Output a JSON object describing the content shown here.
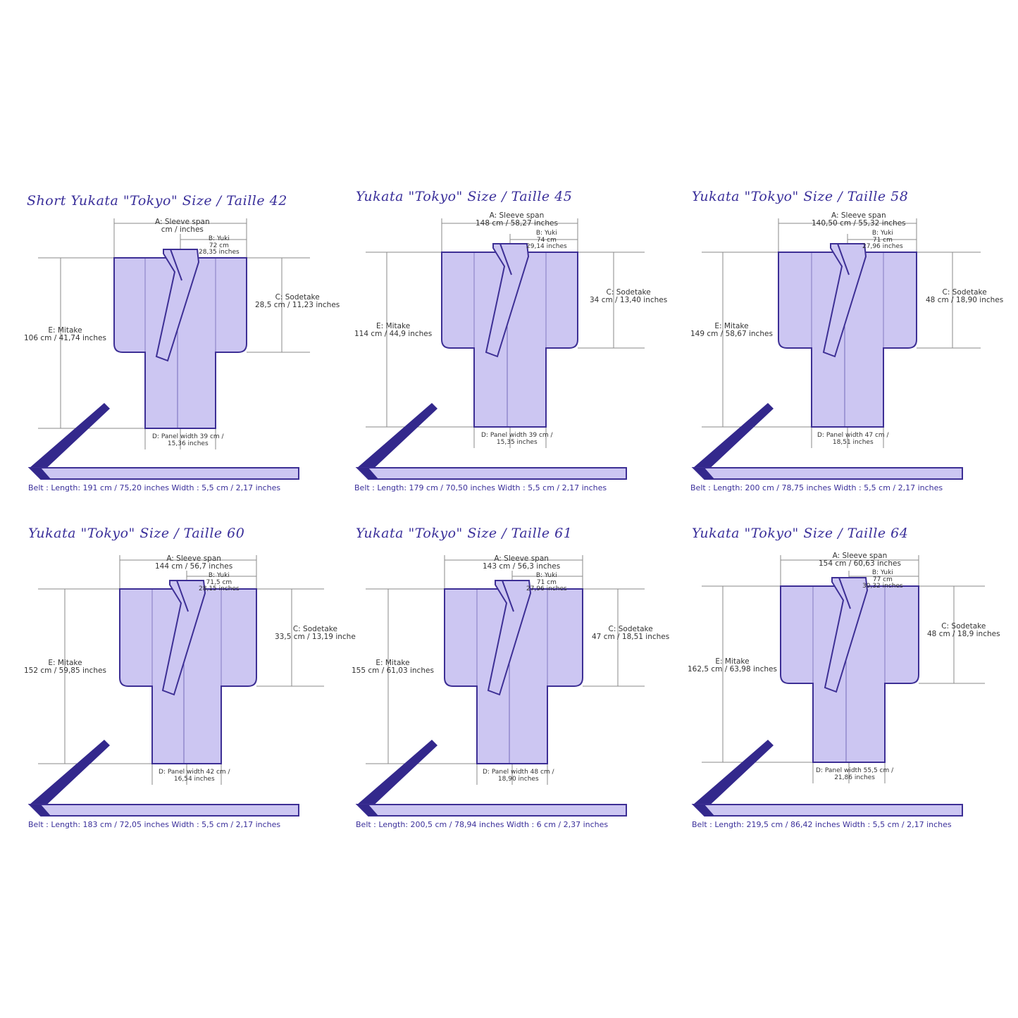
{
  "colors": {
    "body_fill": "#ccc6f2",
    "outline": "#3d2f95",
    "belt": "#33288c",
    "guide": "#8a8a8a",
    "title": "#3a2f9a",
    "label": "#333333"
  },
  "panels": [
    {
      "title": "Short Yukata \"Tokyo\" Size / Taille 42",
      "a_label": "A: Sleeve span",
      "a_value": "cm /    inches",
      "b_label": "B: Yuki",
      "b_cm": "72 cm",
      "b_in": "28,35 inches",
      "c_label": "C: Sodetake",
      "c_value": "28,5 cm / 11,23 inches",
      "e_label": "E: Mitake",
      "e_value": "106  cm / 41,74 inches",
      "d_label": "D: Panel width  39 cm /",
      "d_in": "15,36 inches",
      "belt": "Belt : Length:   191  cm /  75,20  inches   Width :  5,5 cm /  2,17  inches"
    },
    {
      "title": "Yukata \"Tokyo\" Size / Taille 45",
      "a_label": "A: Sleeve span",
      "a_value": "148 cm /  58,27 inches",
      "b_label": "B: Yuki",
      "b_cm": "74 cm",
      "b_in": "29,14 inches",
      "c_label": "C: Sodetake",
      "c_value": "34 cm / 13,40 inches",
      "e_label": "E: Mitake",
      "e_value": "114 cm / 44,9 inches",
      "d_label": "D: Panel width 39 cm /",
      "d_in": "15,35 inches",
      "belt": "Belt : Length:    179  cm /  70,50 inches   Width :  5,5 cm /  2,17  inches"
    },
    {
      "title": "Yukata \"Tokyo\" Size / Taille 58",
      "a_label": "A: Sleeve span",
      "a_value": "140,50 cm /   55,32 inches",
      "b_label": "B: Yuki",
      "b_cm": "71 cm",
      "b_in": "27,96 inches",
      "c_label": "C: Sodetake",
      "c_value": "48 cm / 18,90 inches",
      "e_label": "E: Mitake",
      "e_value": "149 cm / 58,67 inches",
      "d_label": "D: Panel width 47 cm /",
      "d_in": "18,51 inches",
      "belt": "Belt : Length:    200  cm / 78,75 inches   Width :  5,5 cm /  2,17  inches"
    },
    {
      "title": "Yukata \"Tokyo\" Size / Taille 60",
      "a_label": "A: Sleeve span",
      "a_value": "144 cm /  56,7 inches",
      "b_label": "B: Yuki",
      "b_cm": "71,5 cm",
      "b_in": "28,15 inches",
      "c_label": "C: Sodetake",
      "c_value": "33,5 cm / 13,19 inche",
      "e_label": "E: Mitake",
      "e_value": "152 cm / 59,85 inches",
      "d_label": "D: Panel width 42 cm /",
      "d_in": "16,54 inches",
      "belt": "Belt : Length:    183  cm /  72,05 inches    Width :  5,5 cm /  2,17  inches"
    },
    {
      "title": "Yukata \"Tokyo\" Size / Taille 61",
      "a_label": "A: Sleeve span",
      "a_value": "143 cm /  56,3 inches",
      "b_label": "B: Yuki",
      "b_cm": "71 cm",
      "b_in": "27,96 inches",
      "c_label": "C: Sodetake",
      "c_value": "47 cm / 18,51 inches",
      "e_label": "E: Mitake",
      "e_value": "155 cm / 61,03 inches",
      "d_label": "D: Panel width 48 cm /",
      "d_in": "18,90 inches",
      "belt": "Belt : Length:  200,5  cm /  78,94 inches    Width :  6 cm /  2,37  inches"
    },
    {
      "title": "Yukata \"Tokyo\" Size / Taille 64",
      "a_label": "A: Sleeve span",
      "a_value": "154 cm /  60,63 inches",
      "b_label": "B: Yuki",
      "b_cm": "77 cm",
      "b_in": "30,32 inches",
      "c_label": "C: Sodetake",
      "c_value": "48 cm / 18,9 inches",
      "e_label": "E: Mitake",
      "e_value": "162,5 cm / 63,98 inches",
      "d_label": "D: Panel width 55,5 cm /",
      "d_in": "21,86 inches",
      "belt": "Belt : Length:  219,5  cm /  86,42 inches   Width :  5,5 cm /  2,17  inches"
    }
  ]
}
